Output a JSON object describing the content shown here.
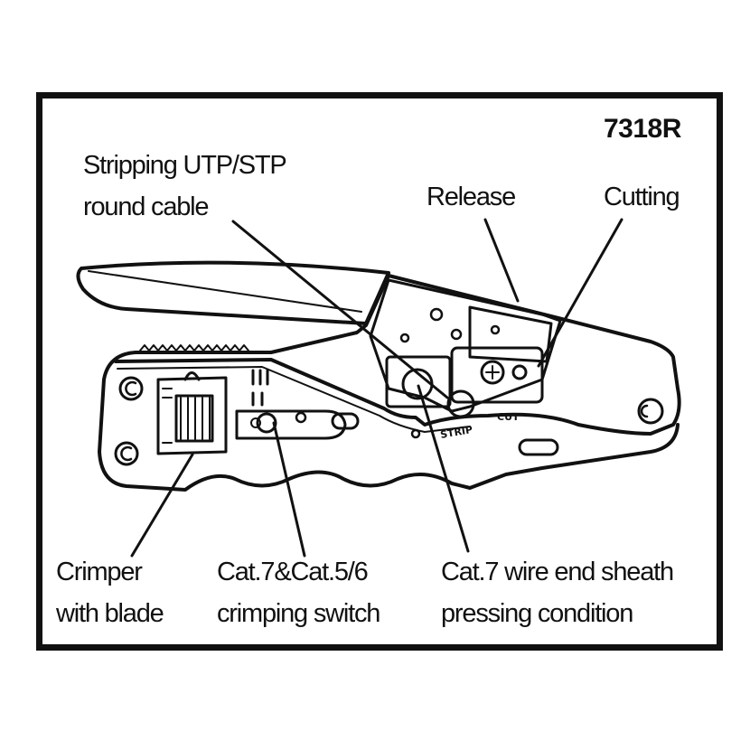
{
  "model": "7318R",
  "labels": {
    "stripping": {
      "line1": "Stripping UTP/STP",
      "line2": "round cable"
    },
    "release": "Release",
    "cutting": "Cutting",
    "crimper": {
      "line1": "Crimper",
      "line2": "with blade"
    },
    "switch": {
      "line1": "Cat.7&Cat.5/6",
      "line2": "crimping switch"
    },
    "sheath": {
      "line1": "Cat.7 wire end sheath",
      "line2": "pressing condition"
    }
  },
  "tool_markings": {
    "cut": "CUT",
    "strip": "STRIP"
  }
}
